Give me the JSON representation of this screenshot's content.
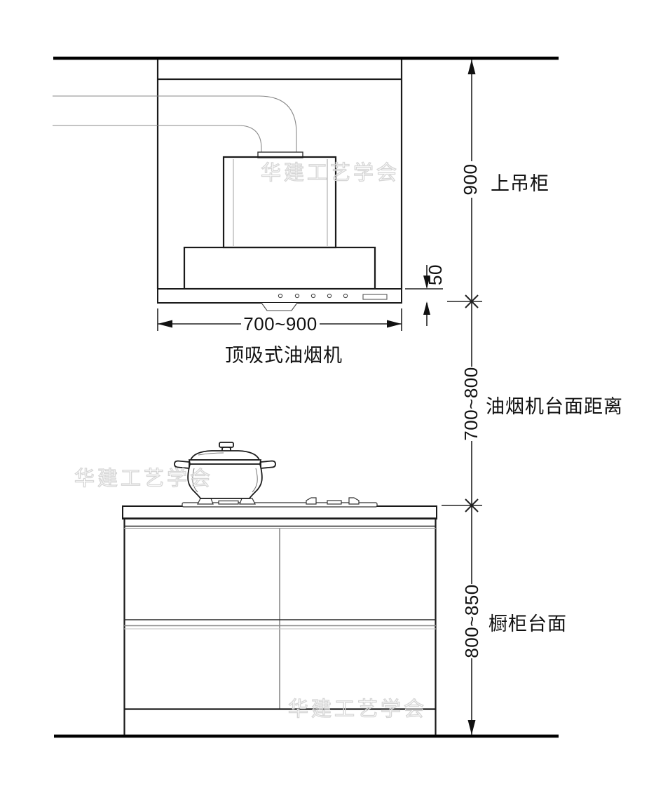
{
  "diagram": {
    "labels": {
      "hood": "顶吸式油烟机",
      "upper_cabinet": "上吊柜",
      "hood_counter_distance": "油烟机台面距离",
      "counter_height": "橱柜台面"
    },
    "dims": {
      "cabinet_h": "900",
      "panel_h": "50",
      "hood_w": "700~900",
      "gap": "700~800",
      "counter_h": "800~850"
    },
    "watermark": {
      "text": "华建工艺学会"
    },
    "colors": {
      "line": "#1a1a1a",
      "thin_line": "#888888",
      "watermark": "#d6d6d6",
      "background": "#ffffff"
    }
  }
}
